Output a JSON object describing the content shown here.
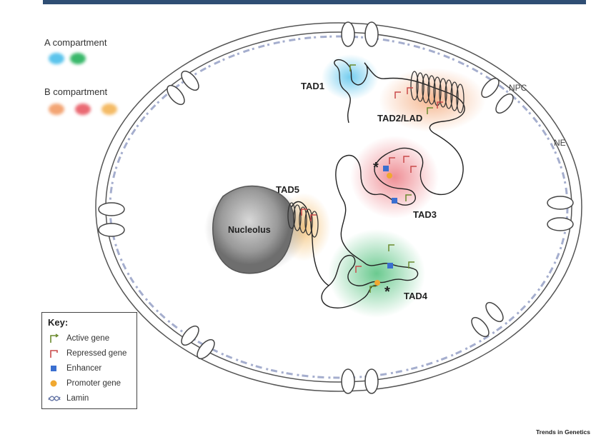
{
  "legend": {
    "a_title": "A compartment",
    "b_title": "B compartment",
    "a_colors": [
      "#5bc4ec",
      "#39b86a"
    ],
    "b_colors": [
      "#f3a574",
      "#ea6a73",
      "#f4bb66"
    ]
  },
  "labels": {
    "tad1": "TAD1",
    "tad2": "TAD2/LAD",
    "tad3": "TAD3",
    "tad4": "TAD4",
    "tad5": "TAD5",
    "nucleolus": "Nucleolus",
    "npc": "NPC",
    "ne": "NE",
    "star": "*"
  },
  "key": {
    "title": "Key:",
    "items": [
      {
        "label": "Active gene",
        "icon": "active-gene-icon",
        "color": "#6b8a2e"
      },
      {
        "label": "Repressed gene",
        "icon": "repressed-gene-icon",
        "color": "#c94a4a"
      },
      {
        "label": "Enhancer",
        "icon": "enhancer-icon",
        "color": "#3a6fd0"
      },
      {
        "label": "Promoter gene",
        "icon": "promoter-icon",
        "color": "#f0a830"
      },
      {
        "label": "Lamin",
        "icon": "lamin-icon",
        "color": "#6a7aa8"
      }
    ]
  },
  "credit": "Trends in Genetics"
}
